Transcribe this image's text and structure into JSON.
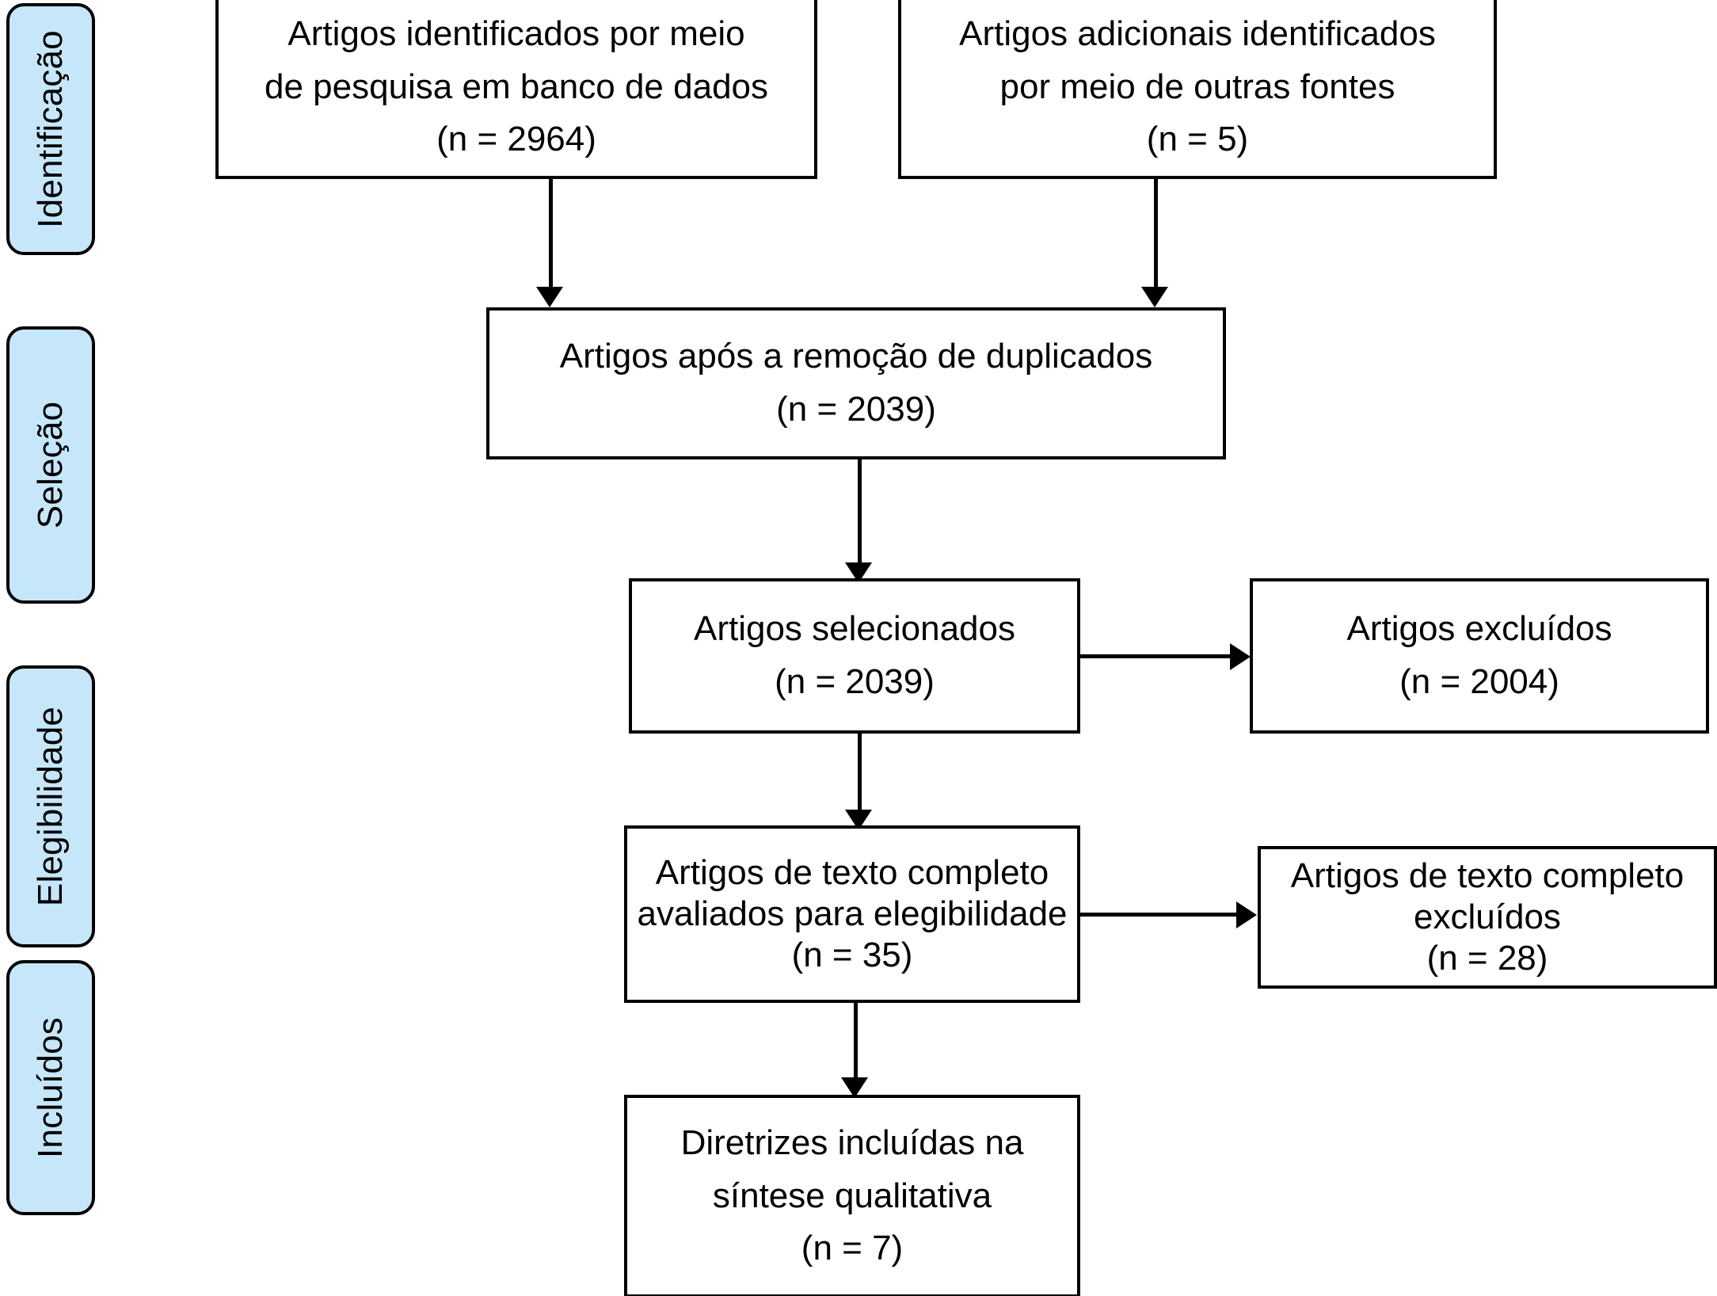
{
  "diagram": {
    "type": "prisma-flow-diagram",
    "language": "pt-BR",
    "accent_color": "#c6e7f9",
    "line_color": "#000000",
    "background_color": "#ffffff"
  },
  "stages": [
    {
      "id": "identificacao",
      "label": "Identificação"
    },
    {
      "id": "selecao",
      "label": "Seleção"
    },
    {
      "id": "elegibilidade",
      "label": "Elegibilidade"
    },
    {
      "id": "incluidos",
      "label": "Incluídos"
    }
  ],
  "boxes": {
    "database_records": {
      "line1": "Artigos identificados por meio",
      "line2": "de pesquisa em banco de dados",
      "count": "(n = 2964)",
      "n": 2964
    },
    "other_sources": {
      "line1": "Artigos adicionais identificados",
      "line2": "por meio de outras fontes",
      "count": "(n = 5)",
      "n": 5
    },
    "after_duplicates": {
      "line1": "Artigos após a remoção de duplicados",
      "count": "(n = 2039)",
      "n": 2039
    },
    "screened": {
      "line1": "Artigos selecionados",
      "count": "(n = 2039)",
      "n": 2039
    },
    "excluded": {
      "line1": "Artigos excluídos",
      "count": "(n = 2004)",
      "n": 2004
    },
    "fulltext_assessed": {
      "line1": "Artigos de texto completo",
      "line2": "avaliados para elegibilidade",
      "count": "(n = 35)",
      "n": 35
    },
    "fulltext_excluded": {
      "line1": "Artigos de texto completo",
      "line2": "excluídos",
      "count": "(n = 28)",
      "n": 28
    },
    "included_synthesis": {
      "line1": "Diretrizes incluídas na",
      "line2": "síntese qualitativa",
      "count": "(n = 7)",
      "n": 7
    }
  }
}
